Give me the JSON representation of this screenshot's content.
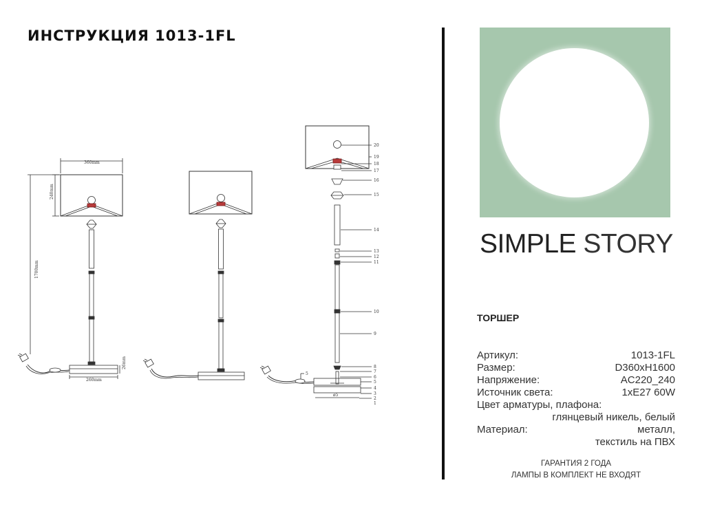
{
  "header": {
    "title": "ИНСТРУКЦИЯ 1013-1FL"
  },
  "brand": {
    "name_bold": "SIMPLE",
    "name_light": "STORY",
    "background_color": "#a6c7ad"
  },
  "product": {
    "type": "ТОРШЕР"
  },
  "specs": [
    {
      "label": "Артикул:",
      "value": "1013-1FL"
    },
    {
      "label": "Размер:",
      "value": "D360xH1600"
    },
    {
      "label": "Напряжение:",
      "value": "AC220_240"
    },
    {
      "label": "Источник света:",
      "value": "1xE27 60W"
    }
  ],
  "color_spec": {
    "label": "Цвет арматуры, плафона:",
    "value": "глянцевый никель, белый"
  },
  "material_spec": {
    "label": "Материал:",
    "value_line1": "металл,",
    "value_line2": "текстиль на ПВХ"
  },
  "notes": {
    "warranty": "ГАРАНТИЯ 2 ГОДА",
    "lamps": "ЛАМПЫ В КОМПЛЕКТ НЕ ВХОДЯТ"
  },
  "drawing": {
    "dim_width": "360mm",
    "dim_shade_height": "240mm",
    "dim_total_height": "1700mm",
    "dim_base": "260mm",
    "dim_base_height": "26mm",
    "parts": [
      "20",
      "19",
      "18",
      "17",
      "16",
      "15",
      "14",
      "13",
      "12",
      "11",
      "10",
      "9",
      "8",
      "7",
      "6",
      "5",
      "4",
      "3",
      "2",
      "1"
    ],
    "switch_label": "5",
    "base_diameter_label": "ø5"
  }
}
